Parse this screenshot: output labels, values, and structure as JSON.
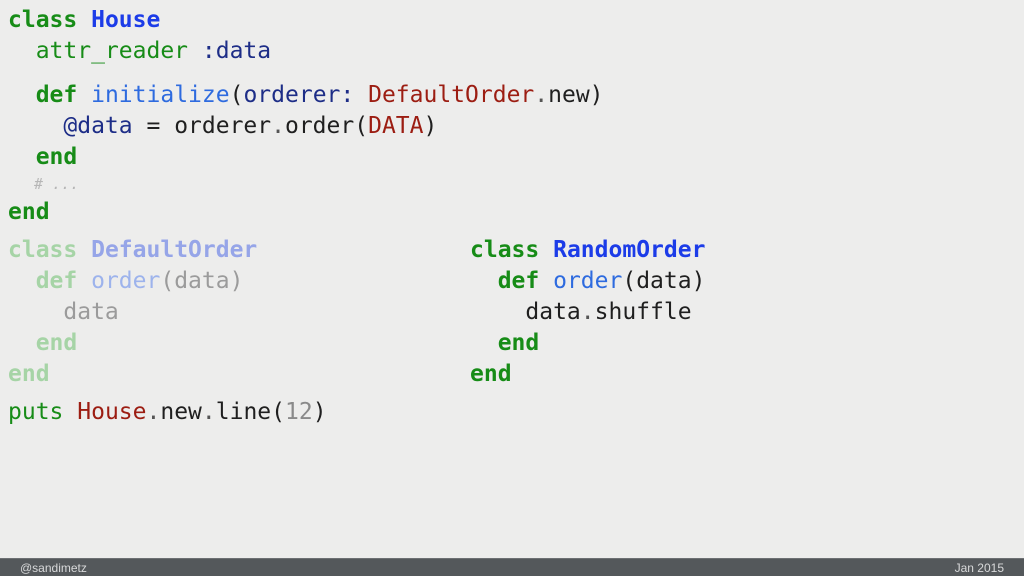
{
  "palette": {
    "bg": "#ededec",
    "kw": "#178c17",
    "cls": "#1c3ce8",
    "fn": "#2e6bdf",
    "sym": "#1d2d87",
    "const": "#9c1d12",
    "plain": "#1f1f1f",
    "dot": "#555555",
    "num": "#8a8a8a",
    "comment": "#b6b6b6",
    "fkw": "#a6d4a6",
    "fcls": "#96a5e8",
    "ffn": "#9db3ec",
    "fplain": "#9b9b9b",
    "bar-bg": "#54585b",
    "bar-fg": "#d8d9da"
  },
  "footer": {
    "handle": "@sandimetz",
    "date": "Jan 2015"
  },
  "code_blocks": {
    "house": {
      "language": "ruby",
      "lines": [
        {
          "t": [
            [
              "k",
              "class"
            ],
            [
              "pl",
              " "
            ],
            [
              "cd",
              "House"
            ]
          ]
        },
        {
          "t": [
            [
              "pl",
              "  "
            ],
            [
              "kn",
              "attr_reader"
            ],
            [
              "pl",
              " "
            ],
            [
              "sym",
              ":data"
            ]
          ]
        },
        {
          "cls": "gap",
          "t": []
        },
        {
          "t": [
            [
              "pl",
              "  "
            ],
            [
              "k",
              "def"
            ],
            [
              "pl",
              " "
            ],
            [
              "fn",
              "initialize"
            ],
            [
              "pl",
              "("
            ],
            [
              "sym",
              "orderer:"
            ],
            [
              "pl",
              " "
            ],
            [
              "co",
              "DefaultOrder"
            ],
            [
              "dt",
              "."
            ],
            [
              "pl",
              "new"
            ],
            [
              "pl",
              ")"
            ]
          ]
        },
        {
          "t": [
            [
              "pl",
              "    "
            ],
            [
              "sym",
              "@data"
            ],
            [
              "pl",
              " = "
            ],
            [
              "pl",
              "orderer"
            ],
            [
              "dt",
              "."
            ],
            [
              "pl",
              "order"
            ],
            [
              "pl",
              "("
            ],
            [
              "co",
              "DATA"
            ],
            [
              "pl",
              ")"
            ]
          ]
        },
        {
          "t": [
            [
              "pl",
              "  "
            ],
            [
              "k",
              "end"
            ]
          ]
        },
        {
          "cls": "cm-line",
          "t": [
            [
              "cm",
              "# ..."
            ]
          ]
        },
        {
          "t": [
            [
              "k",
              "end"
            ]
          ]
        }
      ]
    },
    "default_order": {
      "language": "ruby",
      "faded": true,
      "lines": [
        {
          "t": [
            [
              "fk",
              "class"
            ],
            [
              "fpl",
              " "
            ],
            [
              "fcd",
              "DefaultOrder"
            ]
          ]
        },
        {
          "t": [
            [
              "fpl",
              "  "
            ],
            [
              "fk",
              "def"
            ],
            [
              "fpl",
              " "
            ],
            [
              "ffn",
              "order"
            ],
            [
              "fpl",
              "(data)"
            ]
          ]
        },
        {
          "t": [
            [
              "fpl",
              "    data"
            ]
          ]
        },
        {
          "t": [
            [
              "fpl",
              "  "
            ],
            [
              "fk",
              "end"
            ]
          ]
        },
        {
          "t": [
            [
              "fk",
              "end"
            ]
          ]
        }
      ]
    },
    "random_order": {
      "language": "ruby",
      "lines": [
        {
          "t": [
            [
              "k",
              "class"
            ],
            [
              "pl",
              " "
            ],
            [
              "cd",
              "RandomOrder"
            ]
          ]
        },
        {
          "t": [
            [
              "pl",
              "  "
            ],
            [
              "k",
              "def"
            ],
            [
              "pl",
              " "
            ],
            [
              "fn",
              "order"
            ],
            [
              "pl",
              "(data)"
            ]
          ]
        },
        {
          "t": [
            [
              "pl",
              "    data"
            ],
            [
              "dt",
              "."
            ],
            [
              "pl",
              "shuffle"
            ]
          ]
        },
        {
          "t": [
            [
              "pl",
              "  "
            ],
            [
              "k",
              "end"
            ]
          ]
        },
        {
          "t": [
            [
              "k",
              "end"
            ]
          ]
        }
      ]
    },
    "puts_line": {
      "language": "ruby",
      "lines": [
        {
          "t": [
            [
              "kn",
              "puts"
            ],
            [
              "pl",
              " "
            ],
            [
              "co",
              "House"
            ],
            [
              "dt",
              "."
            ],
            [
              "pl",
              "new"
            ],
            [
              "dt",
              "."
            ],
            [
              "pl",
              "line"
            ],
            [
              "pl",
              "("
            ],
            [
              "nu",
              "12"
            ],
            [
              "pl",
              ")"
            ]
          ]
        }
      ]
    }
  }
}
